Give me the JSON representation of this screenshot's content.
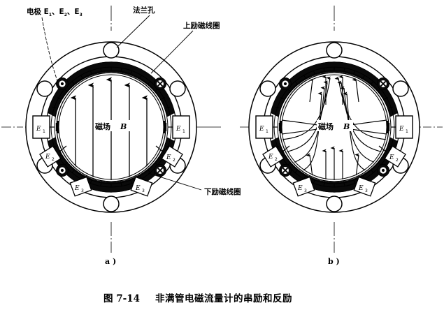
{
  "figure": {
    "caption_number": "图 7-14",
    "caption_text": "非满管电磁流量计的串励和反励",
    "caption_full": "图 7-14  非满管电磁流量计的串励和反励"
  },
  "annotations": {
    "electrodes": "电极 E",
    "electrodes_full": "电极 E₁、E₂、E₃",
    "electrodes_prefix": "电极 E",
    "electrodes_sub1": "1",
    "electrodes_mid1": "、E",
    "electrodes_sub2": "2",
    "electrodes_mid2": "、E",
    "electrodes_sub3": "3",
    "flange_hole": "法兰孔",
    "upper_coil": "上励磁线圈",
    "lower_coil": "下励磁线圈"
  },
  "panels": [
    {
      "id": "a",
      "panel_label": "a )",
      "field_label_cn": "磁场",
      "field_label_sym": "B",
      "field_pattern": "parallel-vertical",
      "polarity": {
        "upper_left": "dot",
        "upper_right": "cross",
        "lower_left": "dot",
        "lower_right": "cross"
      },
      "electrode_labels": {
        "left_mid": "E",
        "left_mid_sub": "1",
        "right_mid": "E",
        "right_mid_sub": "1",
        "left_lower": "E",
        "left_lower_sub": "2",
        "right_lower": "E",
        "right_lower_sub": "2",
        "left_bottom": "E",
        "left_bottom_sub": "3",
        "right_bottom": "E",
        "right_bottom_sub": "3"
      },
      "flange_holes": 6
    },
    {
      "id": "b",
      "panel_label": "b )",
      "field_label_cn": "磁场",
      "field_label_sym": "B",
      "field_pattern": "astroid-converging",
      "polarity": {
        "upper_left": "dot",
        "upper_right": "cross",
        "lower_left": "cross",
        "lower_right": "dot"
      },
      "electrode_labels": {
        "left_mid": "E",
        "left_mid_sub": "1",
        "right_mid": "E",
        "right_mid_sub": "1",
        "left_lower": "E",
        "left_lower_sub": "2",
        "right_lower": "E",
        "right_lower_sub": "2",
        "left_bottom": "E",
        "left_bottom_sub": "3",
        "right_bottom": "E",
        "right_bottom_sub": "3"
      },
      "flange_holes": 6
    }
  ],
  "colors": {
    "ink": "#000000",
    "paper": "#ffffff",
    "coil_fill": "#0a0a0a"
  }
}
